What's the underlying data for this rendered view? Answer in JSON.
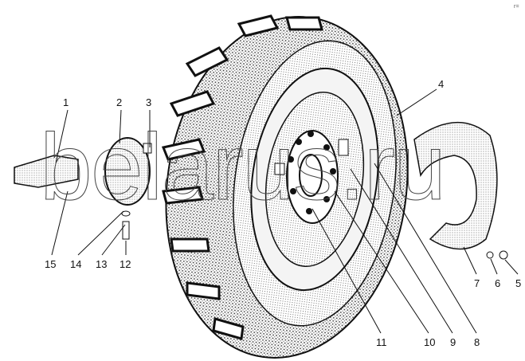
{
  "diagram": {
    "subject": "wheel-assembly-exploded",
    "labels": [
      "1",
      "2",
      "3",
      "4",
      "5",
      "6",
      "7",
      "8",
      "9",
      "10",
      "11",
      "12",
      "13",
      "14",
      "15"
    ],
    "corner_mark": "г=",
    "watermark": "belarus.ru"
  }
}
